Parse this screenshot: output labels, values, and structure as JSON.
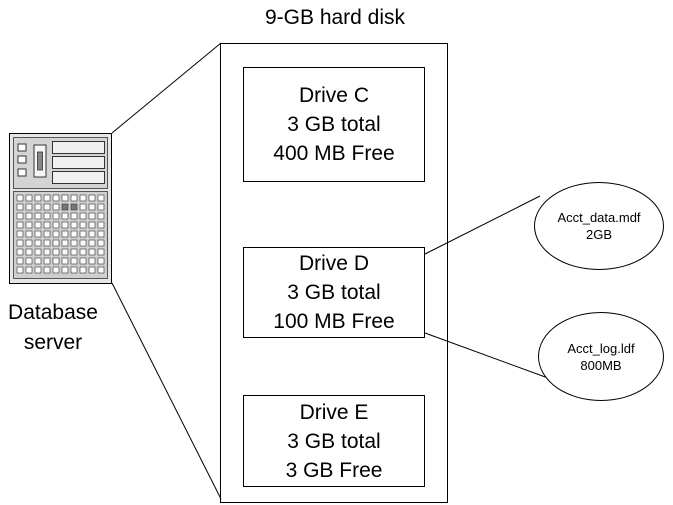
{
  "disk": {
    "title": "9-GB hard disk"
  },
  "server": {
    "label_line1": "Database",
    "label_line2": "server"
  },
  "drives": [
    {
      "name": "Drive C",
      "total": "3 GB total",
      "free": "400 MB Free"
    },
    {
      "name": "Drive D",
      "total": "3 GB total",
      "free": "100 MB Free"
    },
    {
      "name": "Drive E",
      "total": "3 GB total",
      "free": "3 GB Free"
    }
  ],
  "files": [
    {
      "name": "Acct_data.mdf",
      "size": "2GB"
    },
    {
      "name": "Acct_log.ldf",
      "size": "800MB"
    }
  ]
}
